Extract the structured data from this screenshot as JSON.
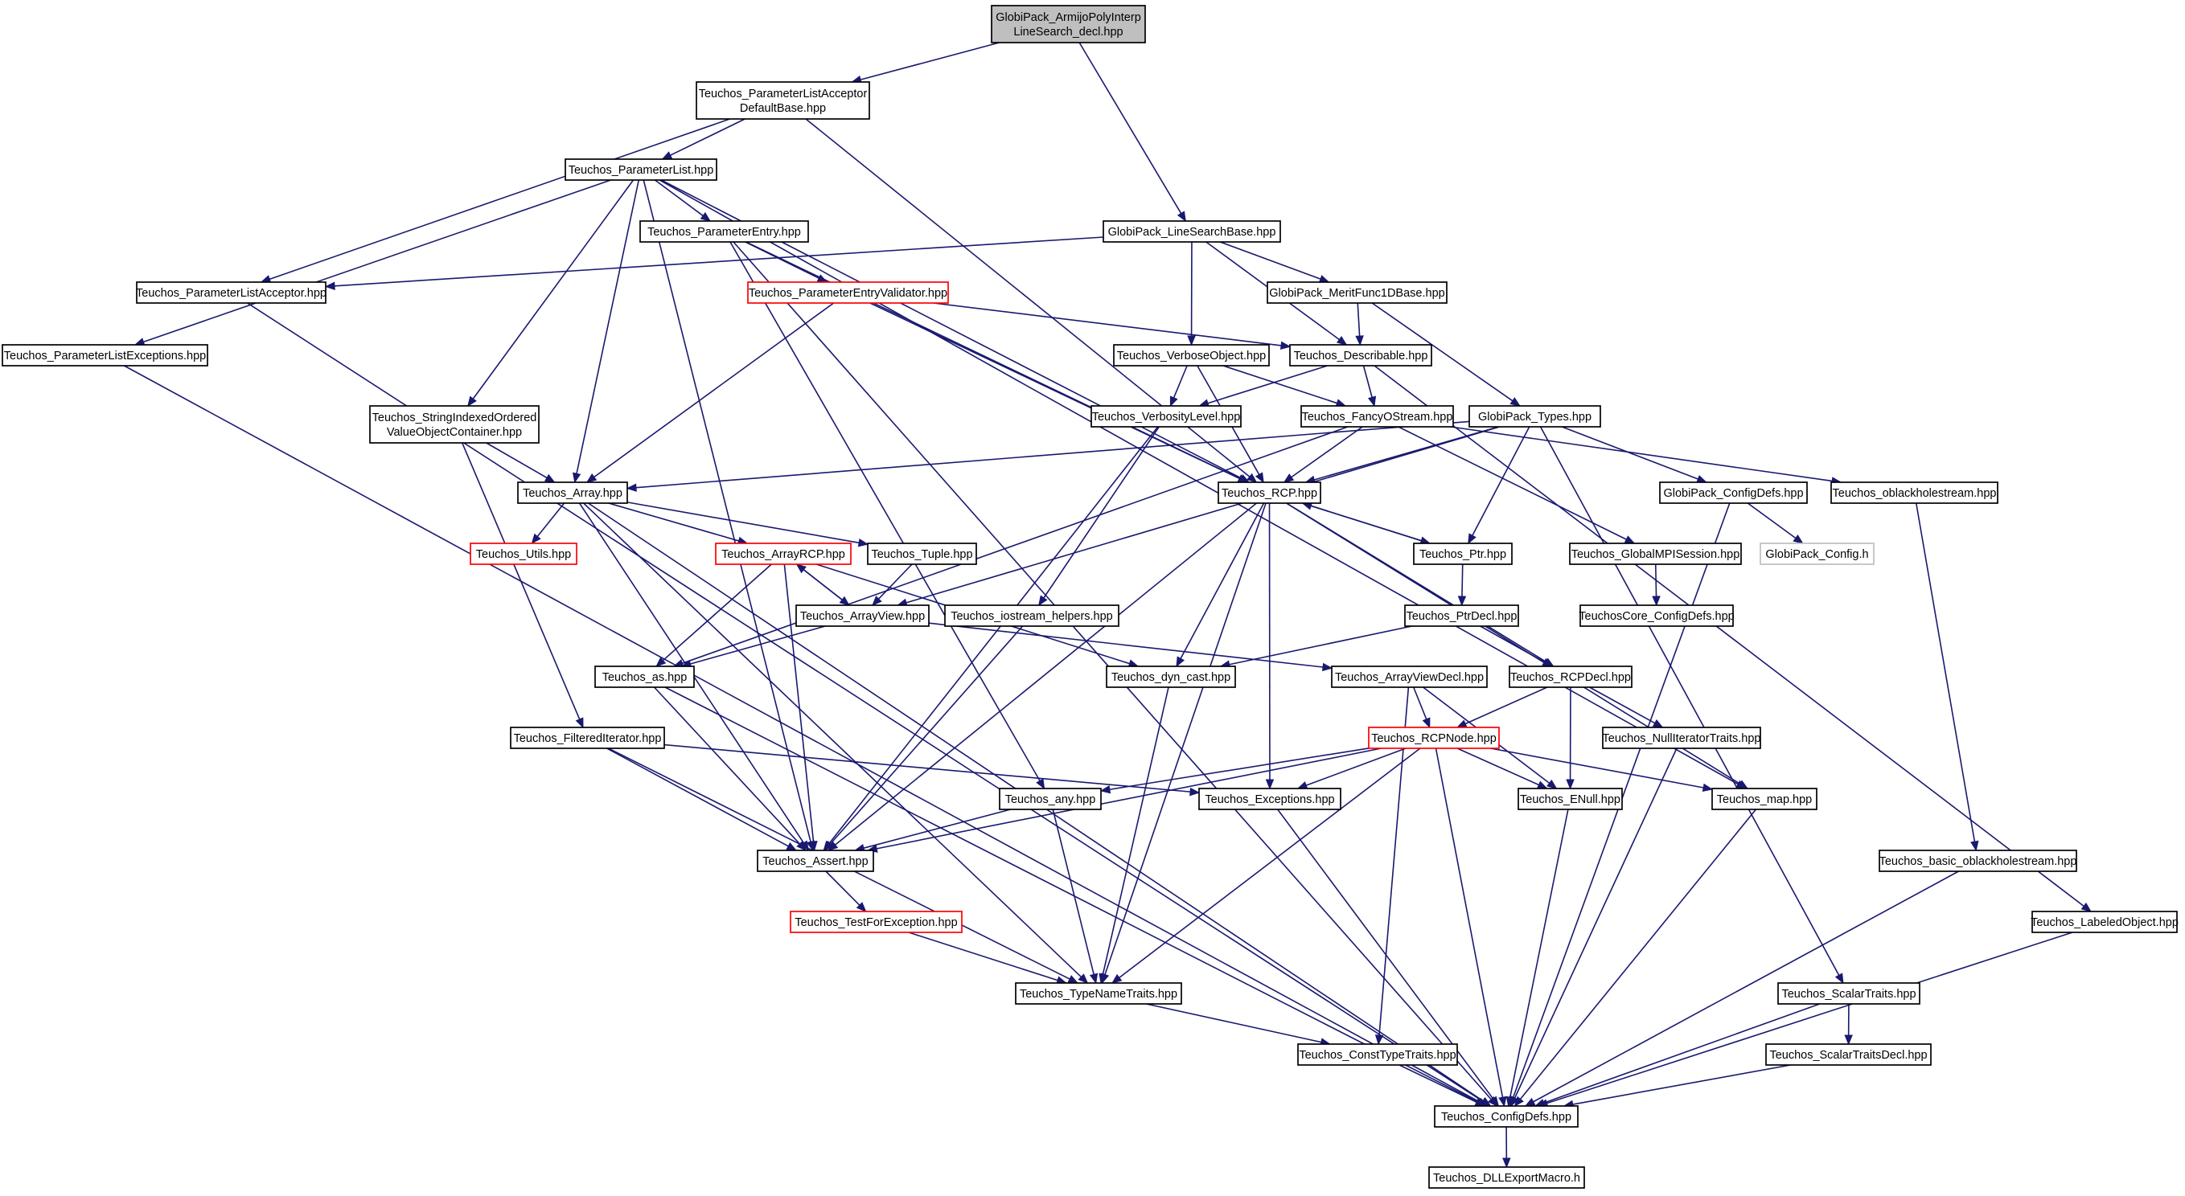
{
  "graph": {
    "colors": {
      "edge": "#191970",
      "box_border": "#000000",
      "box_border_incomplete": "#ff0000",
      "box_border_external": "#bfbfbf",
      "box_fill": "#ffffff",
      "root_fill": "#bfbfbf",
      "text": "#000000"
    },
    "nodes": [
      {
        "id": "root",
        "lines": [
          "GlobiPack_ArmijoPolyInterp",
          "LineSearch_decl.hpp"
        ],
        "style": "root"
      },
      {
        "id": "plad",
        "lines": [
          "Teuchos_ParameterListAcceptor",
          "DefaultBase.hpp"
        ],
        "style": "normal"
      },
      {
        "id": "plist",
        "lines": [
          "Teuchos_ParameterList.hpp"
        ],
        "style": "normal"
      },
      {
        "id": "lsb",
        "lines": [
          "GlobiPack_LineSearchBase.hpp"
        ],
        "style": "normal"
      },
      {
        "id": "pentry",
        "lines": [
          "Teuchos_ParameterEntry.hpp"
        ],
        "style": "normal"
      },
      {
        "id": "pla",
        "lines": [
          "Teuchos_ParameterListAcceptor.hpp"
        ],
        "style": "normal"
      },
      {
        "id": "pev",
        "lines": [
          "Teuchos_ParameterEntryValidator.hpp"
        ],
        "style": "incomplete"
      },
      {
        "id": "mf1d",
        "lines": [
          "GlobiPack_MeritFunc1DBase.hpp"
        ],
        "style": "normal"
      },
      {
        "id": "plexc",
        "lines": [
          "Teuchos_ParameterListExceptions.hpp"
        ],
        "style": "normal"
      },
      {
        "id": "verbobj",
        "lines": [
          "Teuchos_VerboseObject.hpp"
        ],
        "style": "normal"
      },
      {
        "id": "describ",
        "lines": [
          "Teuchos_Describable.hpp"
        ],
        "style": "normal"
      },
      {
        "id": "sioc",
        "lines": [
          "Teuchos_StringIndexedOrdered",
          "ValueObjectContainer.hpp"
        ],
        "style": "normal"
      },
      {
        "id": "verblev",
        "lines": [
          "Teuchos_VerbosityLevel.hpp"
        ],
        "style": "normal"
      },
      {
        "id": "fancy",
        "lines": [
          "Teuchos_FancyOStream.hpp"
        ],
        "style": "normal"
      },
      {
        "id": "gptypes",
        "lines": [
          "GlobiPack_Types.hpp"
        ],
        "style": "normal"
      },
      {
        "id": "array",
        "lines": [
          "Teuchos_Array.hpp"
        ],
        "style": "normal"
      },
      {
        "id": "rcp",
        "lines": [
          "Teuchos_RCP.hpp"
        ],
        "style": "normal"
      },
      {
        "id": "gpconfig",
        "lines": [
          "GlobiPack_ConfigDefs.hpp"
        ],
        "style": "normal"
      },
      {
        "id": "oblack",
        "lines": [
          "Teuchos_oblackholestream.hpp"
        ],
        "style": "normal"
      },
      {
        "id": "utils",
        "lines": [
          "Teuchos_Utils.hpp"
        ],
        "style": "incomplete"
      },
      {
        "id": "arcp",
        "lines": [
          "Teuchos_ArrayRCP.hpp"
        ],
        "style": "incomplete"
      },
      {
        "id": "tuple",
        "lines": [
          "Teuchos_Tuple.hpp"
        ],
        "style": "normal"
      },
      {
        "id": "ptr",
        "lines": [
          "Teuchos_Ptr.hpp"
        ],
        "style": "normal"
      },
      {
        "id": "gmpi",
        "lines": [
          "Teuchos_GlobalMPISession.hpp"
        ],
        "style": "normal"
      },
      {
        "id": "gpconfigh",
        "lines": [
          "GlobiPack_Config.h"
        ],
        "style": "external"
      },
      {
        "id": "aview",
        "lines": [
          "Teuchos_ArrayView.hpp"
        ],
        "style": "normal"
      },
      {
        "id": "iohelp",
        "lines": [
          "Teuchos_iostream_helpers.hpp"
        ],
        "style": "normal"
      },
      {
        "id": "ptrdecl",
        "lines": [
          "Teuchos_PtrDecl.hpp"
        ],
        "style": "normal"
      },
      {
        "id": "tcconfig",
        "lines": [
          "TeuchosCore_ConfigDefs.hpp"
        ],
        "style": "normal"
      },
      {
        "id": "as",
        "lines": [
          "Teuchos_as.hpp"
        ],
        "style": "normal"
      },
      {
        "id": "dyncast",
        "lines": [
          "Teuchos_dyn_cast.hpp"
        ],
        "style": "normal"
      },
      {
        "id": "avdecl",
        "lines": [
          "Teuchos_ArrayViewDecl.hpp"
        ],
        "style": "normal"
      },
      {
        "id": "rcpdecl",
        "lines": [
          "Teuchos_RCPDecl.hpp"
        ],
        "style": "normal"
      },
      {
        "id": "filtit",
        "lines": [
          "Teuchos_FilteredIterator.hpp"
        ],
        "style": "normal"
      },
      {
        "id": "rcpnode",
        "lines": [
          "Teuchos_RCPNode.hpp"
        ],
        "style": "incomplete"
      },
      {
        "id": "nullit",
        "lines": [
          "Teuchos_NullIteratorTraits.hpp"
        ],
        "style": "normal"
      },
      {
        "id": "any",
        "lines": [
          "Teuchos_any.hpp"
        ],
        "style": "normal"
      },
      {
        "id": "exc",
        "lines": [
          "Teuchos_Exceptions.hpp"
        ],
        "style": "normal"
      },
      {
        "id": "enull",
        "lines": [
          "Teuchos_ENull.hpp"
        ],
        "style": "normal"
      },
      {
        "id": "map",
        "lines": [
          "Teuchos_map.hpp"
        ],
        "style": "normal"
      },
      {
        "id": "assert",
        "lines": [
          "Teuchos_Assert.hpp"
        ],
        "style": "normal"
      },
      {
        "id": "basicob",
        "lines": [
          "Teuchos_basic_oblackholestream.hpp"
        ],
        "style": "normal"
      },
      {
        "id": "tfe",
        "lines": [
          "Teuchos_TestForException.hpp"
        ],
        "style": "incomplete"
      },
      {
        "id": "labeled",
        "lines": [
          "Teuchos_LabeledObject.hpp"
        ],
        "style": "normal"
      },
      {
        "id": "tnt",
        "lines": [
          "Teuchos_TypeNameTraits.hpp"
        ],
        "style": "normal"
      },
      {
        "id": "scalar",
        "lines": [
          "Teuchos_ScalarTraits.hpp"
        ],
        "style": "normal"
      },
      {
        "id": "consttt",
        "lines": [
          "Teuchos_ConstTypeTraits.hpp"
        ],
        "style": "normal"
      },
      {
        "id": "scalardecl",
        "lines": [
          "Teuchos_ScalarTraitsDecl.hpp"
        ],
        "style": "normal"
      },
      {
        "id": "configdefs",
        "lines": [
          "Teuchos_ConfigDefs.hpp"
        ],
        "style": "normal"
      },
      {
        "id": "dllexport",
        "lines": [
          "Teuchos_DLLExportMacro.h"
        ],
        "style": "normal"
      }
    ],
    "edges": [
      [
        "root",
        "plad"
      ],
      [
        "root",
        "lsb"
      ],
      [
        "plad",
        "plist"
      ],
      [
        "plad",
        "pla"
      ],
      [
        "plad",
        "rcp"
      ],
      [
        "plist",
        "plexc"
      ],
      [
        "plist",
        "pentry"
      ],
      [
        "plist",
        "sioc"
      ],
      [
        "plist",
        "array"
      ],
      [
        "plist",
        "rcp"
      ],
      [
        "plist",
        "assert"
      ],
      [
        "plist",
        "map"
      ],
      [
        "lsb",
        "pla"
      ],
      [
        "lsb",
        "mf1d"
      ],
      [
        "lsb",
        "verbobj"
      ],
      [
        "lsb",
        "describ"
      ],
      [
        "pentry",
        "pev"
      ],
      [
        "pentry",
        "rcp"
      ],
      [
        "pentry",
        "any"
      ],
      [
        "pentry",
        "configdefs"
      ],
      [
        "pla",
        "configdefs"
      ],
      [
        "pev",
        "describ"
      ],
      [
        "pev",
        "array"
      ],
      [
        "pev",
        "rcp"
      ],
      [
        "mf1d",
        "describ"
      ],
      [
        "mf1d",
        "gptypes"
      ],
      [
        "plexc",
        "configdefs"
      ],
      [
        "verbobj",
        "verblev"
      ],
      [
        "verbobj",
        "fancy"
      ],
      [
        "verbobj",
        "rcp"
      ],
      [
        "describ",
        "verblev"
      ],
      [
        "describ",
        "fancy"
      ],
      [
        "describ",
        "labeled"
      ],
      [
        "sioc",
        "array"
      ],
      [
        "sioc",
        "filtit"
      ],
      [
        "verblev",
        "iohelp"
      ],
      [
        "verblev",
        "assert"
      ],
      [
        "fancy",
        "rcp"
      ],
      [
        "fancy",
        "as"
      ],
      [
        "fancy",
        "oblack"
      ],
      [
        "fancy",
        "gmpi"
      ],
      [
        "gptypes",
        "rcp"
      ],
      [
        "gptypes",
        "gpconfig"
      ],
      [
        "gptypes",
        "array"
      ],
      [
        "gptypes",
        "ptr"
      ],
      [
        "gptypes",
        "aview"
      ],
      [
        "gptypes",
        "scalar"
      ],
      [
        "array",
        "utils"
      ],
      [
        "array",
        "arcp"
      ],
      [
        "array",
        "tuple"
      ],
      [
        "array",
        "assert"
      ],
      [
        "array",
        "tnt"
      ],
      [
        "array",
        "configdefs"
      ],
      [
        "rcp",
        "ptr"
      ],
      [
        "rcp",
        "rcpdecl"
      ],
      [
        "rcp",
        "dyncast"
      ],
      [
        "rcp",
        "assert"
      ],
      [
        "rcp",
        "exc"
      ],
      [
        "rcp",
        "tnt"
      ],
      [
        "rcp",
        "map"
      ],
      [
        "gpconfig",
        "gpconfigh"
      ],
      [
        "gpconfig",
        "configdefs"
      ],
      [
        "oblack",
        "basicob"
      ],
      [
        "arcp",
        "aview"
      ],
      [
        "arcp",
        "as"
      ],
      [
        "arcp",
        "assert"
      ],
      [
        "arcp",
        "dyncast"
      ],
      [
        "tuple",
        "aview"
      ],
      [
        "ptr",
        "rcp"
      ],
      [
        "ptr",
        "ptrdecl"
      ],
      [
        "gmpi",
        "tcconfig"
      ],
      [
        "aview",
        "arcp"
      ],
      [
        "aview",
        "as"
      ],
      [
        "aview",
        "avdecl"
      ],
      [
        "iohelp",
        "assert"
      ],
      [
        "ptrdecl",
        "rcpdecl"
      ],
      [
        "ptrdecl",
        "dyncast"
      ],
      [
        "as",
        "assert"
      ],
      [
        "as",
        "configdefs"
      ],
      [
        "dyncast",
        "tnt"
      ],
      [
        "avdecl",
        "rcpnode"
      ],
      [
        "avdecl",
        "enull"
      ],
      [
        "avdecl",
        "consttt"
      ],
      [
        "rcpdecl",
        "rcpnode"
      ],
      [
        "rcpdecl",
        "nullit"
      ],
      [
        "rcpdecl",
        "enull"
      ],
      [
        "filtit",
        "assert"
      ],
      [
        "filtit",
        "exc"
      ],
      [
        "filtit",
        "tnt"
      ],
      [
        "rcpnode",
        "any"
      ],
      [
        "rcpnode",
        "exc"
      ],
      [
        "rcpnode",
        "enull"
      ],
      [
        "rcpnode",
        "map"
      ],
      [
        "rcpnode",
        "assert"
      ],
      [
        "rcpnode",
        "tnt"
      ],
      [
        "rcpnode",
        "configdefs"
      ],
      [
        "nullit",
        "configdefs"
      ],
      [
        "any",
        "assert"
      ],
      [
        "any",
        "tnt"
      ],
      [
        "exc",
        "configdefs"
      ],
      [
        "enull",
        "configdefs"
      ],
      [
        "map",
        "configdefs"
      ],
      [
        "assert",
        "tfe"
      ],
      [
        "basicob",
        "configdefs"
      ],
      [
        "tfe",
        "tnt"
      ],
      [
        "labeled",
        "configdefs"
      ],
      [
        "tnt",
        "consttt"
      ],
      [
        "scalar",
        "scalardecl"
      ],
      [
        "scalar",
        "configdefs"
      ],
      [
        "consttt",
        "configdefs"
      ],
      [
        "scalardecl",
        "configdefs"
      ],
      [
        "configdefs",
        "dllexport"
      ]
    ]
  }
}
